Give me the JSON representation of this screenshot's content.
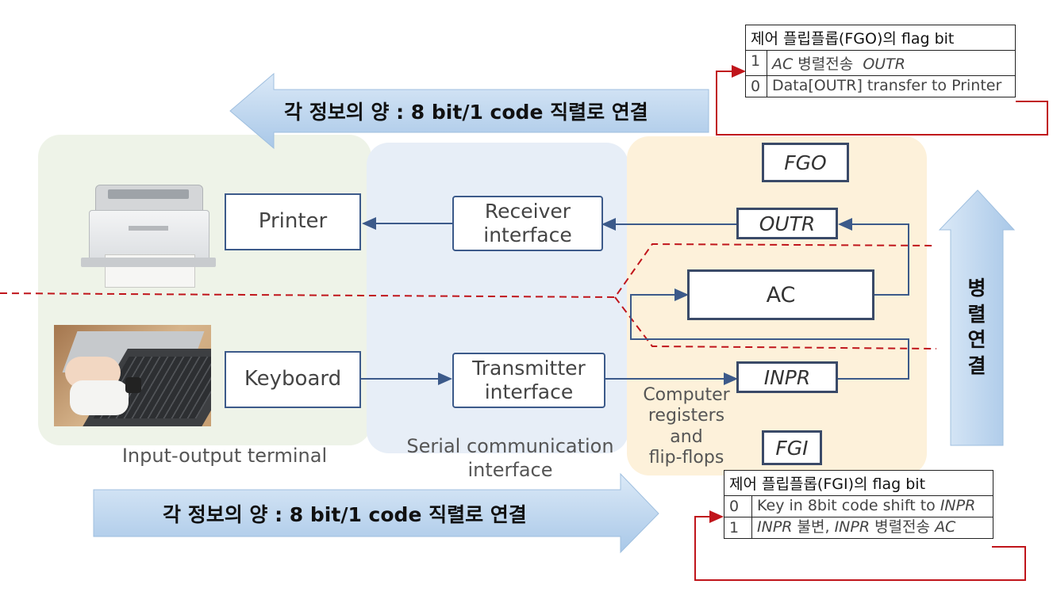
{
  "zones": {
    "terminal_caption": "Input-output terminal",
    "serial_caption": "Serial communication\ninterface",
    "computer_caption": "Computer\nregisters\nand\nflip-flops"
  },
  "devices": {
    "printer": "Printer",
    "keyboard": "Keyboard",
    "receiver": "Receiver\ninterface",
    "transmitter": "Transmitter\ninterface"
  },
  "registers": {
    "fgo": "FGO",
    "outr": "OUTR",
    "ac": "AC",
    "inpr": "INPR",
    "fgi": "FGI"
  },
  "arrows": {
    "top_serial": "각 정보의 양 : 8 bit/1 code  직렬로 연결",
    "bottom_serial": "각 정보의 양 : 8 bit/1 code  직렬로 연결",
    "parallel": [
      "병",
      "렬",
      "연",
      "결"
    ]
  },
  "fgo_table": {
    "header": "제어 플립플롭(FGO)의 flag bit",
    "rows": [
      {
        "bit": "1",
        "desc_italic": "AC",
        "desc": " 병렬전송  ",
        "desc_italic2": "OUTR"
      },
      {
        "bit": "0",
        "desc": "Data[OUTR] transfer to Printer"
      }
    ]
  },
  "fgi_table": {
    "header": "제어 플립플롭(FGI)의 flag bit",
    "rows": [
      {
        "bit": "0",
        "desc": "Key in 8bit code shift to ",
        "desc_italic": "INPR"
      },
      {
        "bit": "1",
        "desc_italic": "INPR",
        "desc": " 불변, ",
        "desc_italic2": "INPR",
        "desc2": " 병렬전송 ",
        "desc_italic3": "AC"
      }
    ]
  },
  "colors": {
    "terminal_zone": "#eef3e8",
    "serial_zone": "#e7eef7",
    "computer_zone": "#fdf1da",
    "arrow_fill": "#bcd6f0",
    "box_border": "#3c5a8a",
    "dashed_red": "#c0151b"
  },
  "icons": {
    "printer": "printer-photo",
    "keyboard": "laptop-typing-photo"
  }
}
